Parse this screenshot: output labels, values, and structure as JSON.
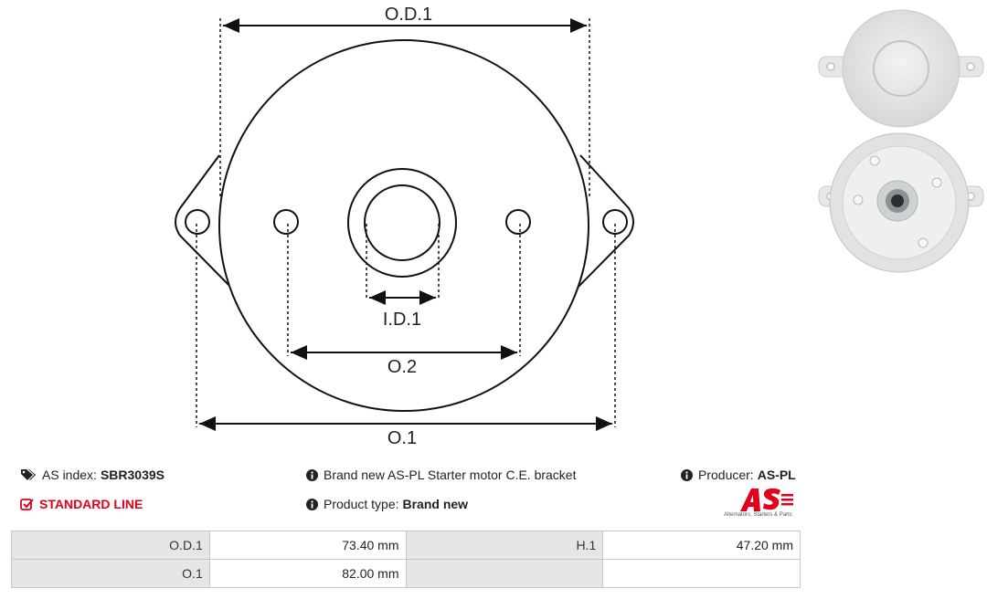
{
  "drawing": {
    "dim_od1": "O.D.1",
    "dim_id1": "I.D.1",
    "dim_o2": "O.2",
    "dim_o1": "O.1"
  },
  "info": {
    "as_index_label": "AS index:",
    "as_index_value": "SBR3039S",
    "standard_line": "STANDARD LINE",
    "description": "Brand new AS-PL Starter motor C.E. bracket",
    "product_type_label": "Product type:",
    "product_type_value": "Brand new",
    "producer_label": "Producer:",
    "producer_value": "AS-PL"
  },
  "logo": {
    "mark": "AS",
    "tagline": "Alternators, Starters & Parts",
    "color": "#e3001b"
  },
  "specs": [
    {
      "label": "O.D.1",
      "value": "73.40 mm",
      "label2": "H.1",
      "value2": "47.20 mm"
    },
    {
      "label": "O.1",
      "value": "82.00 mm",
      "label2": "",
      "value2": ""
    }
  ],
  "icons": {
    "as_index": "tags-icon",
    "standard_line": "checkbox-icon",
    "description": "info-circle-icon",
    "product_type": "info-circle-icon",
    "producer": "info-circle-icon"
  }
}
